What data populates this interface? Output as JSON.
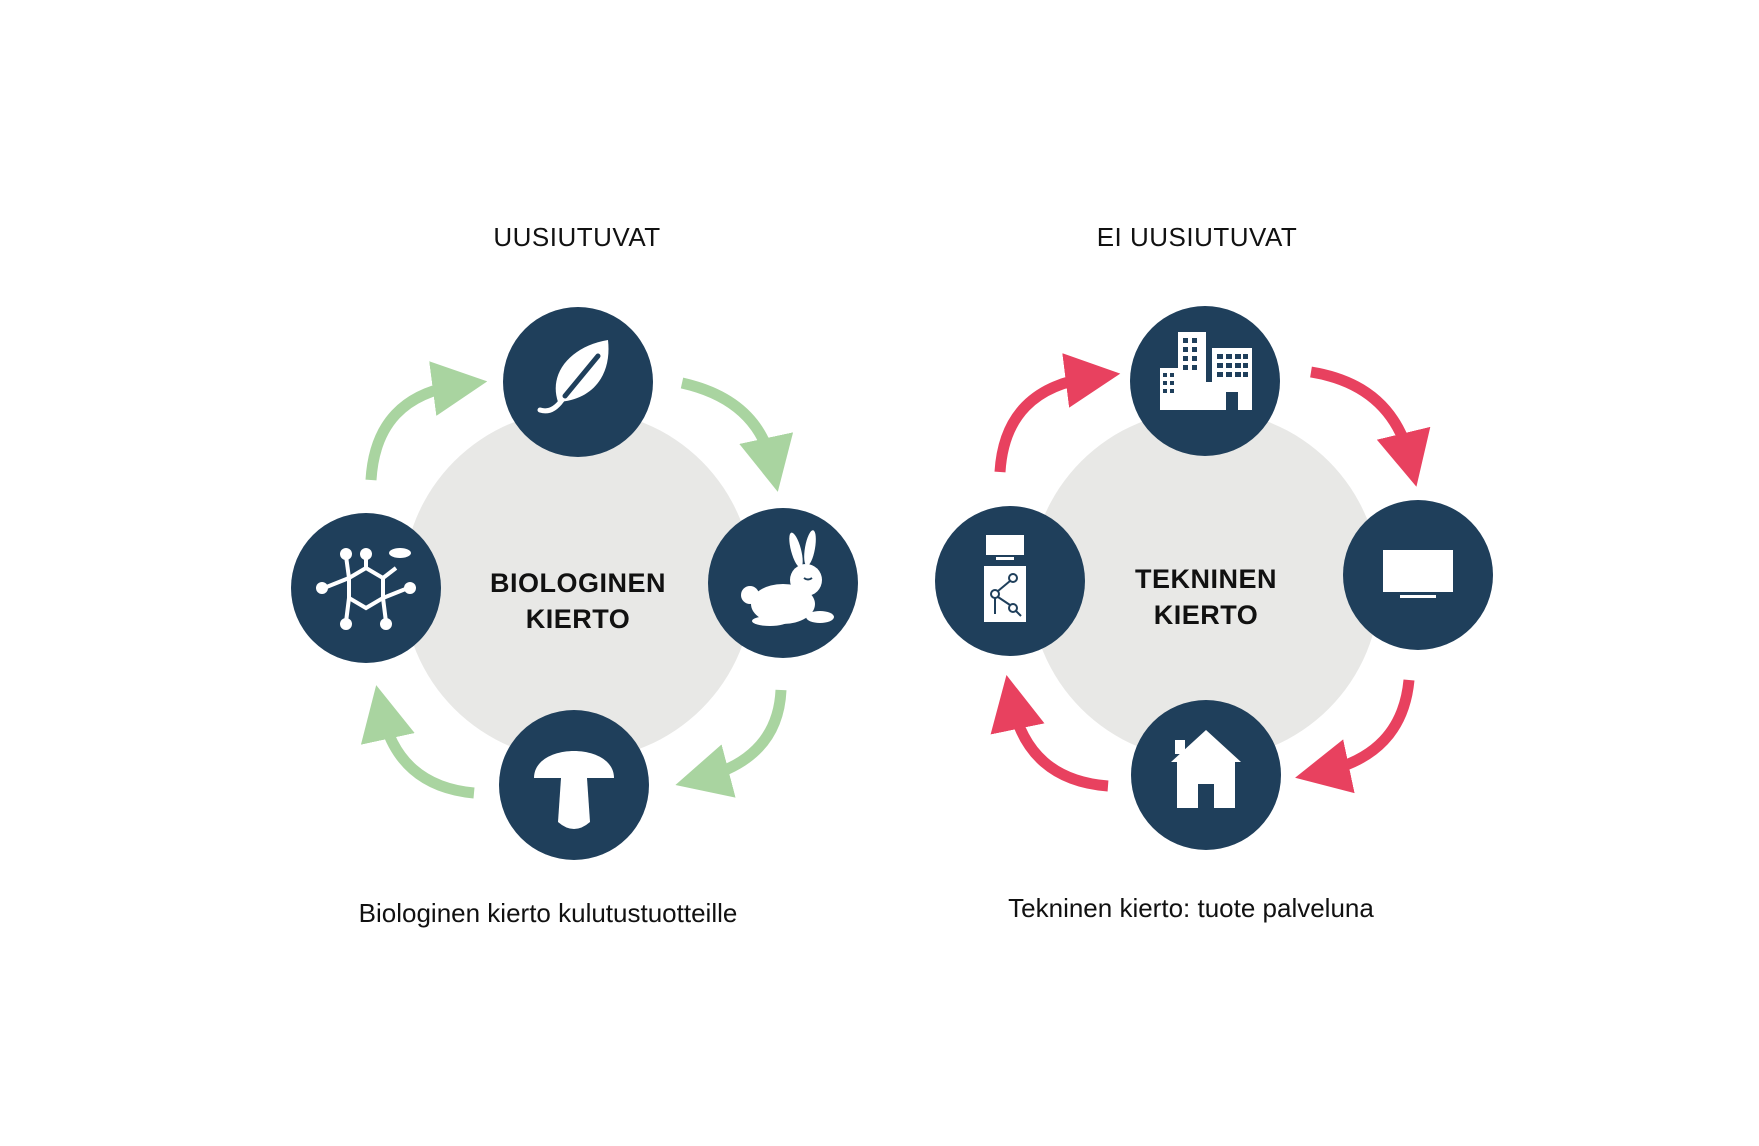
{
  "colors": {
    "node": "#1f3f5b",
    "center_disc": "#e8e8e6",
    "bio_arrow": "#a9d4a0",
    "tech_arrow": "#e8415f",
    "icon": "#ffffff"
  },
  "biological": {
    "heading": "UUSIUTUVAT",
    "center_line1": "BIOLOGINEN",
    "center_line2": "KIERTO",
    "caption": "Biologinen kierto kulutustuotteille",
    "nodes": [
      {
        "icon": "leaf-icon"
      },
      {
        "icon": "rabbit-icon"
      },
      {
        "icon": "mushroom-icon"
      },
      {
        "icon": "molecule-icon"
      }
    ]
  },
  "technical": {
    "heading": "EI UUSIUTUVAT",
    "center_line1": "TEKNINEN",
    "center_line2": "KIERTO",
    "caption": "Tekninen kierto: tuote palveluna",
    "nodes": [
      {
        "icon": "buildings-icon"
      },
      {
        "icon": "monitor-icon"
      },
      {
        "icon": "house-icon"
      },
      {
        "icon": "device-circuit-icon"
      }
    ]
  }
}
